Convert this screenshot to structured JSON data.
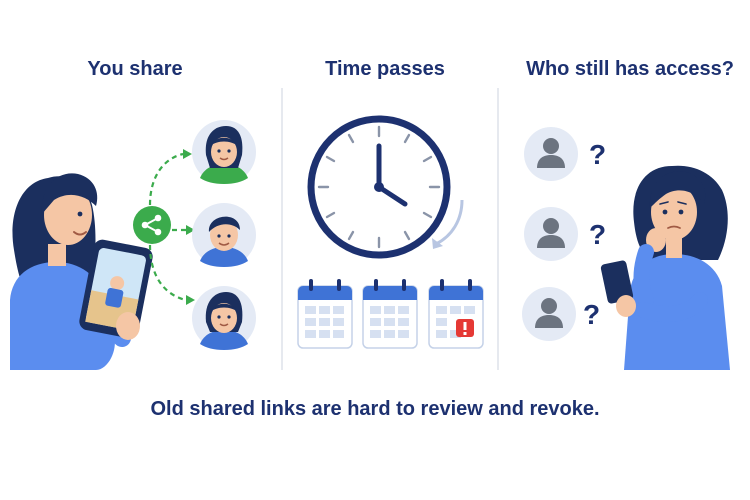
{
  "panels": [
    {
      "title": "You share"
    },
    {
      "title": "Time passes"
    },
    {
      "title": "Who still has access?"
    }
  ],
  "caption": "Old shared links are hard to review and revoke.",
  "unknown_mark": "?",
  "colors": {
    "title": "#1d3170",
    "sweater": "#5b8def",
    "hair": "#1b2f5e",
    "skin": "#f5c6a5",
    "share_green": "#3bab4c",
    "clock_navy": "#1d3170",
    "calendar_blue": "#3f73d6",
    "alert_red": "#e53935",
    "avatar_bg": "#e4eaf5",
    "unknown_gray": "#6c7480"
  },
  "icons": [
    "share-icon",
    "clock-icon",
    "calendar-icon",
    "alert-icon",
    "unknown-user-icon",
    "question-mark-icon"
  ]
}
